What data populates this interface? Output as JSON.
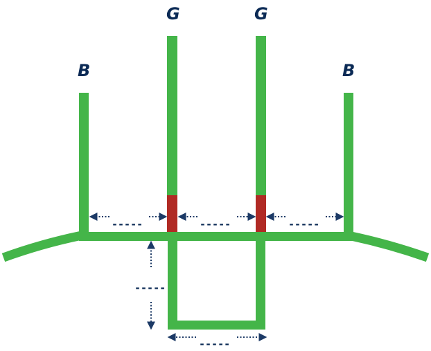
{
  "labels": {
    "left_post": "B",
    "right_post": "B",
    "left_center_post": "G",
    "right_center_post": "G"
  },
  "dimensions": {
    "left_gap": "-----",
    "center_gap": "-----",
    "right_gap": "-----",
    "vertical_depth": "-----",
    "bottom_width": "-----"
  },
  "colors": {
    "green": "#44b549",
    "red": "#b02a24",
    "navy": "#0b2a55"
  }
}
